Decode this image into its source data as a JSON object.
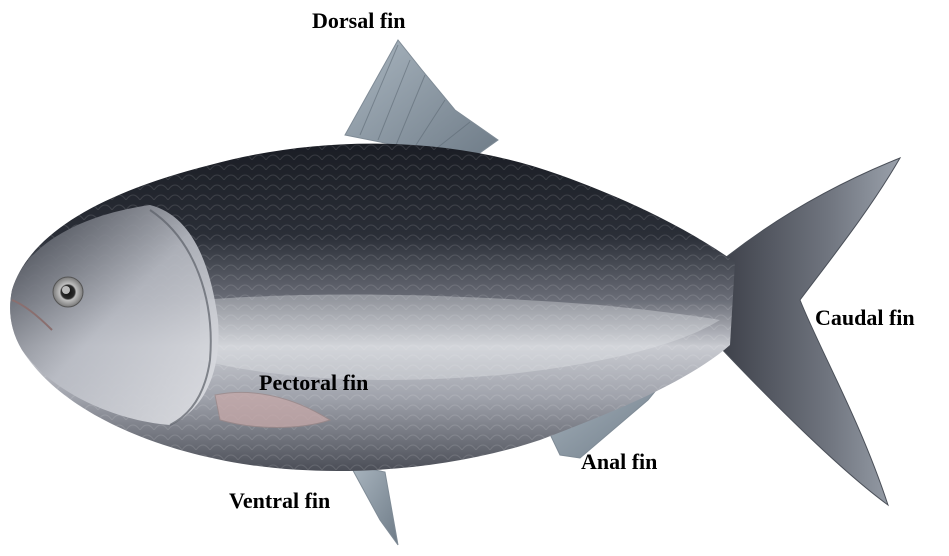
{
  "labels": {
    "dorsal_fin": "Dorsal fin",
    "caudal_fin": "Caudal fin",
    "pectoral_fin": "Pectoral fin",
    "anal_fin": "Anal fin",
    "ventral_fin": "Ventral fin"
  },
  "colors": {
    "background": "#ffffff",
    "label_text": "#000000",
    "fin": "#8c9aa6",
    "back_dark": "#1c2027",
    "belly_silver": "#d7d9de"
  }
}
